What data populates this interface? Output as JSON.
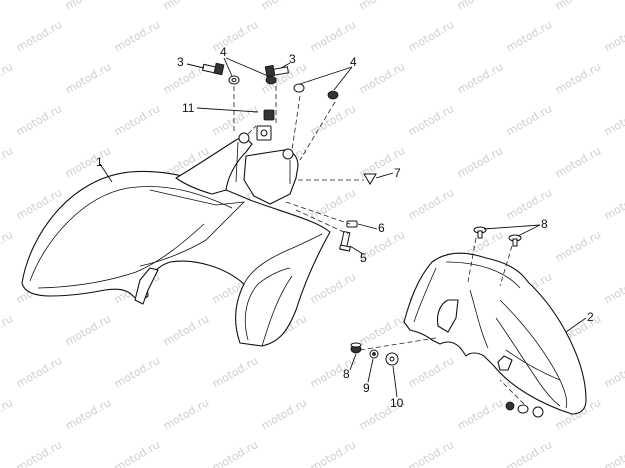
{
  "watermark": {
    "text": "motod.ru"
  },
  "callouts": [
    {
      "id": "c1",
      "text": "1"
    },
    {
      "id": "c2",
      "text": "2"
    },
    {
      "id": "c3a",
      "text": "3"
    },
    {
      "id": "c3b",
      "text": "3"
    },
    {
      "id": "c4a",
      "text": "4"
    },
    {
      "id": "c4b",
      "text": "4"
    },
    {
      "id": "c5",
      "text": "5"
    },
    {
      "id": "c6",
      "text": "6"
    },
    {
      "id": "c7",
      "text": "7"
    },
    {
      "id": "c8a",
      "text": "8"
    },
    {
      "id": "c8b",
      "text": "8"
    },
    {
      "id": "c9",
      "text": "9"
    },
    {
      "id": "c10",
      "text": "10"
    },
    {
      "id": "c11",
      "text": "11"
    }
  ]
}
